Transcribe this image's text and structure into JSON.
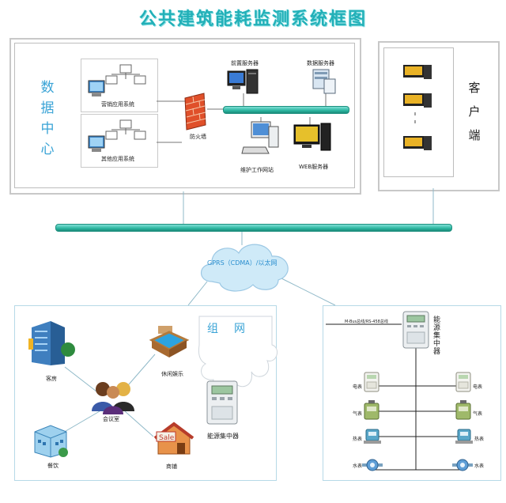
{
  "title": "公共建筑能耗监测系统框图",
  "data_center": {
    "label": "数据中心",
    "label_chars": [
      "数",
      "据",
      "中",
      "心"
    ],
    "systems": [
      "营销应用系统",
      "其他应用系统"
    ],
    "firewall": "防火墙",
    "servers": {
      "front": "前置服务器",
      "database": "数据服务器",
      "web": "WEB服务器",
      "maintenance": "维护工作网站"
    }
  },
  "client": {
    "label": "客户端",
    "label_chars": [
      "客",
      "户",
      "端"
    ]
  },
  "network": {
    "cloud_label": "GPRS（CDMA）/以太网"
  },
  "group_network": {
    "label": "组网",
    "label_chars": [
      "组",
      "网"
    ],
    "nodes": [
      "客房",
      "休闲娱乐",
      "会议室",
      "餐饮",
      "商铺"
    ],
    "concentrator": "能源集中器"
  },
  "meter_panel": {
    "bus_label": "M-Bus总线/RS-458总线",
    "concentrator_chars": [
      "能",
      "源",
      "集",
      "中",
      "器"
    ],
    "left_meters": [
      "电表",
      "气表",
      "热表",
      "水表"
    ],
    "right_meters": [
      "电表",
      "气表",
      "热表",
      "水表"
    ]
  }
}
